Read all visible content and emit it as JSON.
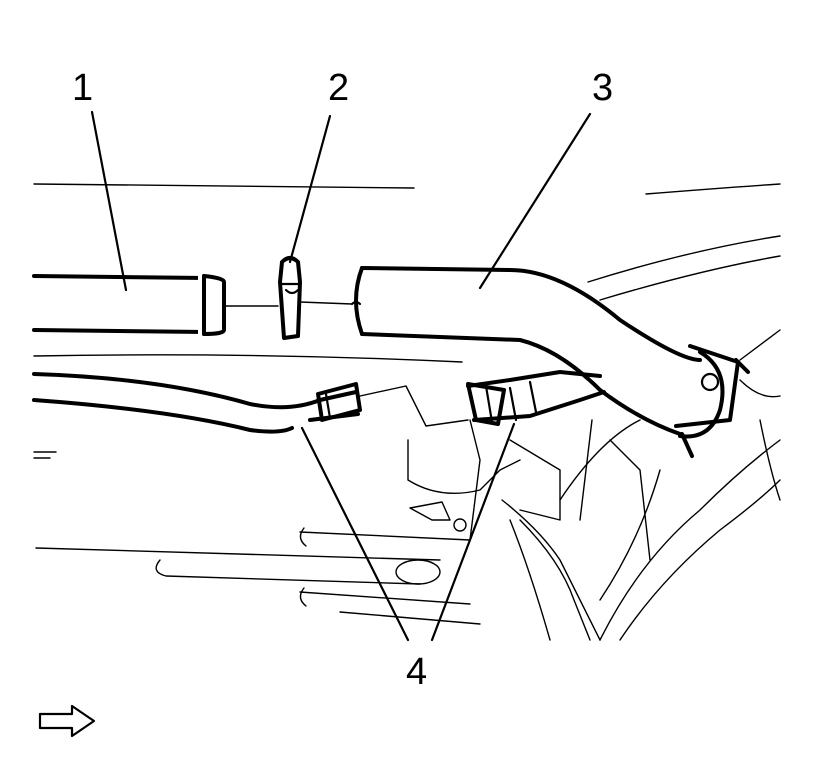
{
  "callouts": {
    "c1": "1",
    "c2": "2",
    "c3": "3",
    "c4": "4"
  },
  "icons": {
    "view_direction": "arrow-right-icon"
  },
  "colors": {
    "line": "#000000",
    "background": "#ffffff"
  }
}
